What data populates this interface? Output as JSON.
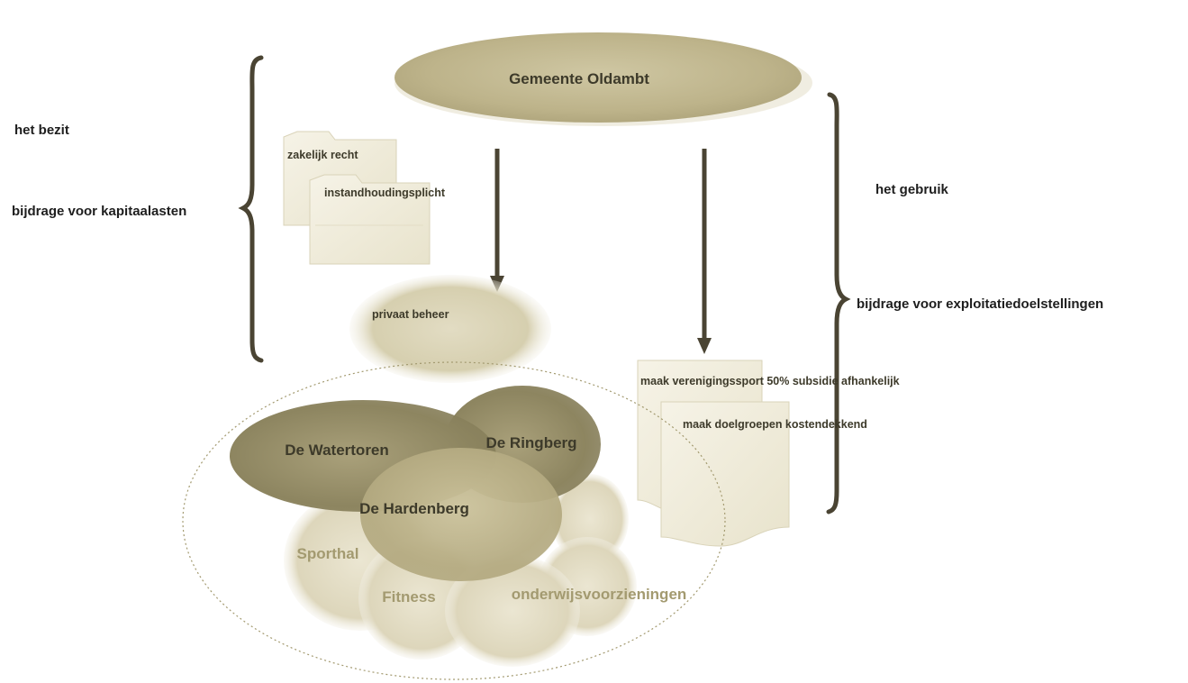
{
  "diagram": {
    "top_entity": "Gemeente Oldambt",
    "left": {
      "label_1": "het bezit",
      "label_2": "bijdrage voor kapitaalasten",
      "doc_1": "zakelijk recht",
      "doc_2": "instandhoudingsplicht",
      "manager": "privaat beheer"
    },
    "right": {
      "label_1": "het gebruik",
      "label_2": "bijdrage voor exploitatiedoelstellingen",
      "doc_1": "maak verenigingssport 50% subsidie afhankelijk",
      "doc_2": "maak doelgroepen kostendekkend"
    },
    "facilities": {
      "watertoren": "De Watertoren",
      "ringberg": "De Ringberg",
      "hardenberg": "De Hardenberg",
      "sporthal": "Sporthal",
      "fitness": "Fitness",
      "onderwijs": "onderwijsvoorzieningen"
    },
    "colors": {
      "text_dark": "#3d3a2a",
      "text_muted": "#a39a70",
      "accent": "#c4ba92",
      "line": "#4a4433",
      "paper": "#efecdc"
    }
  }
}
